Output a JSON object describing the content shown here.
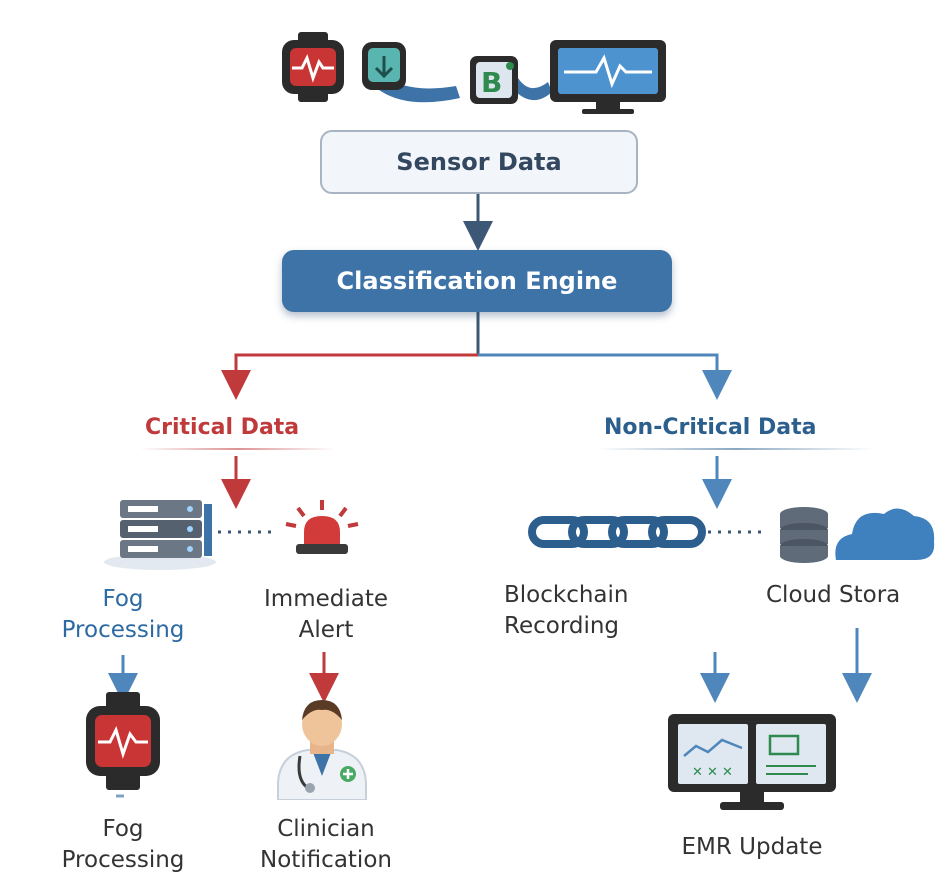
{
  "nodes": {
    "sensor_data": "Sensor Data",
    "classification_engine": "Classification Engine"
  },
  "branches": {
    "critical": "Critical Data",
    "non_critical": "Non-Critical Data"
  },
  "steps": {
    "fog_processing_1": [
      "Fog",
      "Processing"
    ],
    "immediate_alert": [
      "Immediate",
      "Alert"
    ],
    "blockchain_recording": [
      "Blockchain",
      "Recording"
    ],
    "cloud_storage": "Cloud Stora",
    "fog_processing_2": [
      "Fog",
      "Processing"
    ],
    "clinician_notification": [
      "Clinician",
      "Notification"
    ],
    "emr_update": "EMR Update"
  },
  "icons": {
    "top_devices": [
      "smartwatch-icon",
      "fitness-band-icon",
      "blood-pressure-monitor-icon",
      "patient-monitor-icon"
    ],
    "fog": "server-rack-icon",
    "alert": "alarm-siren-icon",
    "blockchain": "chain-link-icon",
    "cloud": "cloud-database-icon",
    "watch": "smartwatch-icon",
    "clinician": "doctor-icon",
    "emr": "computer-monitor-icon"
  },
  "colors": {
    "critical": "#c0393b",
    "non_critical": "#2d5f8e",
    "engine": "#3e73a8",
    "arrow": "#3c5876"
  }
}
